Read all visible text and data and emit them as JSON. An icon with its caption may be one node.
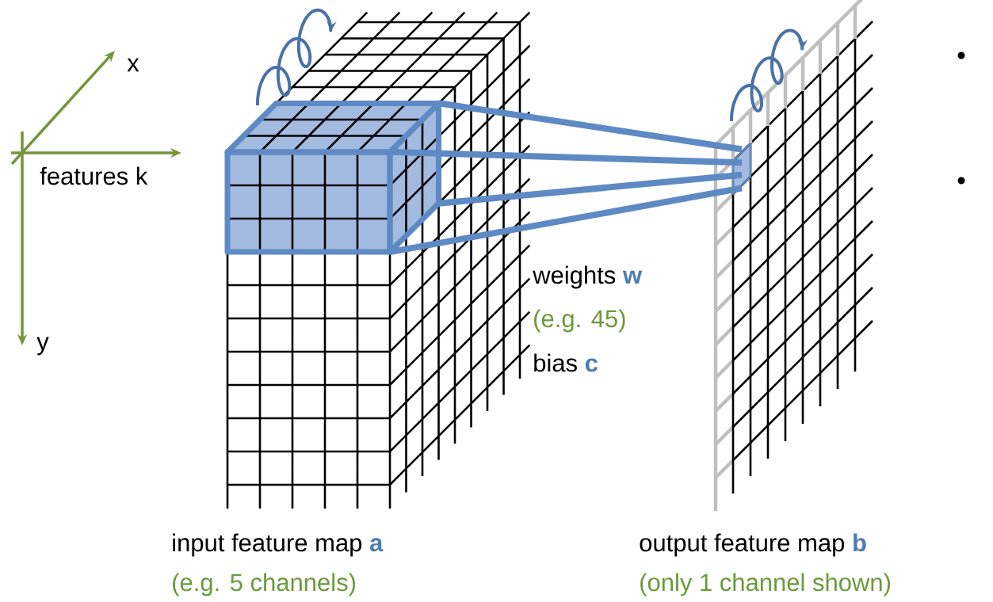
{
  "diagram": {
    "nodes": [
      {
        "text": [],
        "shape": "box"
      },
      {
        "text": [],
        "shape": "box"
      }
    ],
    "edges": [
      {
        "from": 0,
        "to": 1,
        "arrow": "none"
      },
      {
        "from": 0,
        "to": 1,
        "arrow": "none"
      },
      {
        "from": 0,
        "to": 1,
        "arrow": "none"
      },
      {
        "from": 0,
        "to": 1,
        "arrow": "none"
      }
    ],
    "labels": [
      "x",
      "features k",
      "y",
      "weights **w**",
      "(e.g. 45)",
      "bias **c**",
      "input feature map **a**",
      "(e.g. 5 channels)",
      "output feature map **b**",
      "(only 1 channel shown)"
    ]
  }
}
